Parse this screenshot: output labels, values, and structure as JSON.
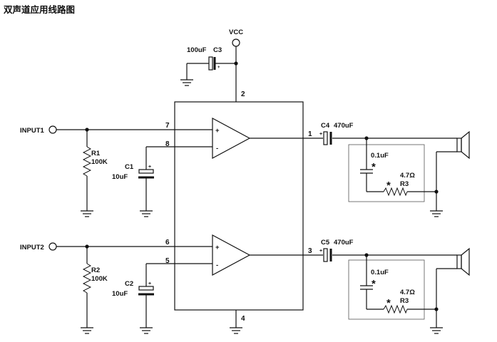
{
  "title": "双声道应用线路图",
  "supply": {
    "label": "VCC"
  },
  "channels": [
    {
      "input_label": "INPUT1",
      "resistor": {
        "name": "R1",
        "value": "100K"
      },
      "input_cap": {
        "name": "C1",
        "value": "10uF"
      },
      "output_cap": {
        "name": "C4",
        "value": "470uF"
      },
      "pins": {
        "noninv": "7",
        "inv": "8",
        "out": "1"
      },
      "opamp": {
        "plus": "+",
        "minus": "-"
      },
      "zobel_cap": {
        "value": "0.1uF",
        "mark": "*"
      },
      "zobel_res": {
        "name": "R3",
        "value": "4.7Ω",
        "mark": "*"
      }
    },
    {
      "input_label": "INPUT2",
      "resistor": {
        "name": "R2",
        "value": "100K"
      },
      "input_cap": {
        "name": "C2",
        "value": "10uF"
      },
      "output_cap": {
        "name": "C5",
        "value": "470uF"
      },
      "pins": {
        "noninv": "6",
        "inv": "5",
        "out": "3"
      },
      "opamp": {
        "plus": "+",
        "minus": "-"
      },
      "zobel_cap": {
        "value": "0.1uF",
        "mark": "*"
      },
      "zobel_res": {
        "name": "R3",
        "value": "4.7Ω",
        "mark": "*"
      }
    }
  ],
  "supply_cap": {
    "name": "C3",
    "value": "100uF"
  },
  "ic_pins": {
    "supply": "2",
    "ground": "4"
  }
}
